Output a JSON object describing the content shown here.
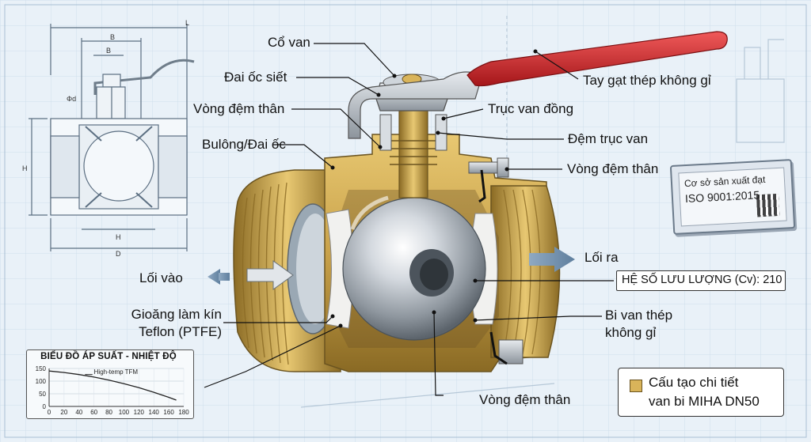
{
  "labels": {
    "co_van": "Cổ van",
    "dai_oc_siet": "Đai ốc siết",
    "vong_dem_than_1": "Vòng đệm thân",
    "bulong_dai_oc": "Bulông/Đai ốc",
    "tay_gat": "Tay gạt thép không gỉ",
    "truc_van": "Trục van đồng",
    "dem_truc_van": "Đệm trục van",
    "vong_dem_than_2": "Vòng đệm thân",
    "loi_vao": "Lối vào",
    "loi_ra": "Lối ra",
    "gioang_line1": "Gioăng làm kín",
    "gioang_line2": "Teflon (PTFE)",
    "bi_van_line1": "Bi van thép",
    "bi_van_line2": "không gỉ",
    "vong_dem_than_3": "Vòng đệm thân",
    "he_so_luu_luong": "HỆ SỐ LƯU LƯỢNG (Cv): 210"
  },
  "certificate": {
    "line1": "Cơ sở sản xuất đạt",
    "line2": "ISO 9001:2015"
  },
  "legend": {
    "line1": "Cấu tạo chi tiết",
    "line2": "van bi MIHA DN50",
    "swatch_color": "#d9b45a"
  },
  "drawing_dims": {
    "L": "L",
    "B": "B",
    "H": "H",
    "D": "D",
    "thread": "Φd"
  },
  "colors": {
    "brass": "#c9a24a",
    "brass_dark": "#8a6a24",
    "steel": "#b8bec6",
    "handle_red": "#d7272b",
    "blueprint_line": "#9fb6cc"
  },
  "chart_data": {
    "type": "line",
    "title": "BIỂU ĐỒ ÁP SUẤT - NHIỆT ĐỘ",
    "x_ticks": [
      0,
      20,
      40,
      60,
      80,
      100,
      120,
      140,
      160,
      180
    ],
    "y_ticks": [
      0,
      50,
      100,
      150
    ],
    "xlim": [
      0,
      180
    ],
    "ylim": [
      0,
      150
    ],
    "series": [
      {
        "name": "High-temp TFM",
        "x": [
          0,
          20,
          40,
          60,
          80,
          100,
          120,
          140,
          160,
          170
        ],
        "y": [
          140,
          134,
          126,
          116,
          104,
          90,
          74,
          56,
          36,
          25
        ]
      }
    ]
  }
}
